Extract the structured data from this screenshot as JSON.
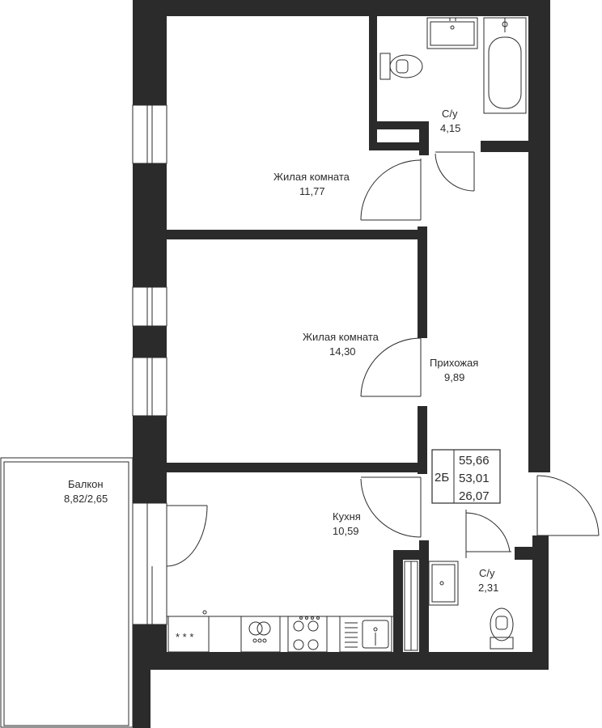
{
  "rooms": [
    {
      "name": "Жилая комната",
      "area": "11,77"
    },
    {
      "name": "Жилая комната",
      "area": "14,30"
    },
    {
      "name": "Прихожая",
      "area": "9,89"
    },
    {
      "name": "Кухня",
      "area": "10,59"
    },
    {
      "name": "С/у",
      "area": "4,15"
    },
    {
      "name": "С/у",
      "area": "2,31"
    },
    {
      "name": "Балкон",
      "area": "8,82/2,65"
    }
  ],
  "apartment": {
    "type": "2Б",
    "total_area": "55,66",
    "living_area_total": "53,01",
    "living_area": "26,07"
  },
  "colors": {
    "wall": "#2b2b2b",
    "background": "#ffffff"
  }
}
